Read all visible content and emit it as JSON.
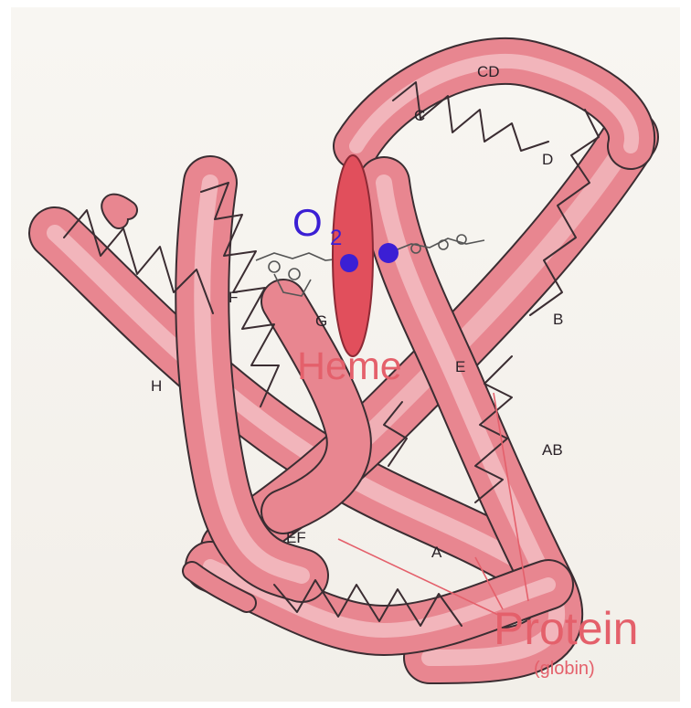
{
  "labels": {
    "heme": "Heme",
    "oxygen_main": "O",
    "oxygen_sub": "2",
    "protein": "Protein",
    "protein_sub": "(globin)"
  },
  "helices": [
    "A",
    "AB",
    "B",
    "C",
    "CD",
    "D",
    "E",
    "EF",
    "F",
    "G",
    "H"
  ],
  "colors": {
    "ribbon": "#e88690",
    "ribbon_edge": "#f6c9cd",
    "outline": "#3b2d32",
    "heme_disc": "#e14f5c",
    "heme_text": "#e4606b",
    "oxygen": "#3b1fd4",
    "protein_text": "#e4606b"
  }
}
